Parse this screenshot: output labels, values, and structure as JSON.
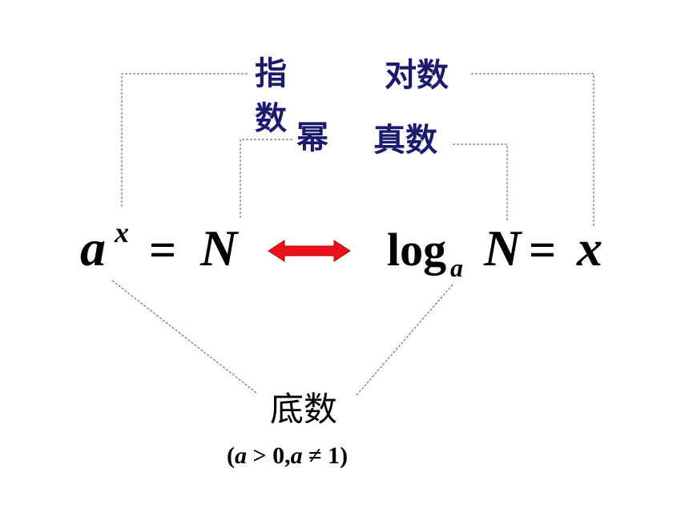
{
  "labels": {
    "exponent": "指数",
    "power": "幂",
    "logarithm": "对数",
    "antilog": "真数",
    "base": "底数"
  },
  "left_formula": {
    "base": "a",
    "exponent": "x",
    "equals": "=",
    "result": "N"
  },
  "right_formula": {
    "log": "log",
    "subscript": "a",
    "argument": "N",
    "equals": "=",
    "result": "x"
  },
  "condition": {
    "open": "(",
    "var1": "a",
    "gt": ">",
    "zero": "0,",
    "var2": "a",
    "neq": "≠",
    "one": "1",
    "close": ")"
  },
  "colors": {
    "label_text": "#1a1a6e",
    "arrow_fill": "#e8101a",
    "arrow_stroke": "#c00000",
    "dashed_line": "#555555"
  }
}
